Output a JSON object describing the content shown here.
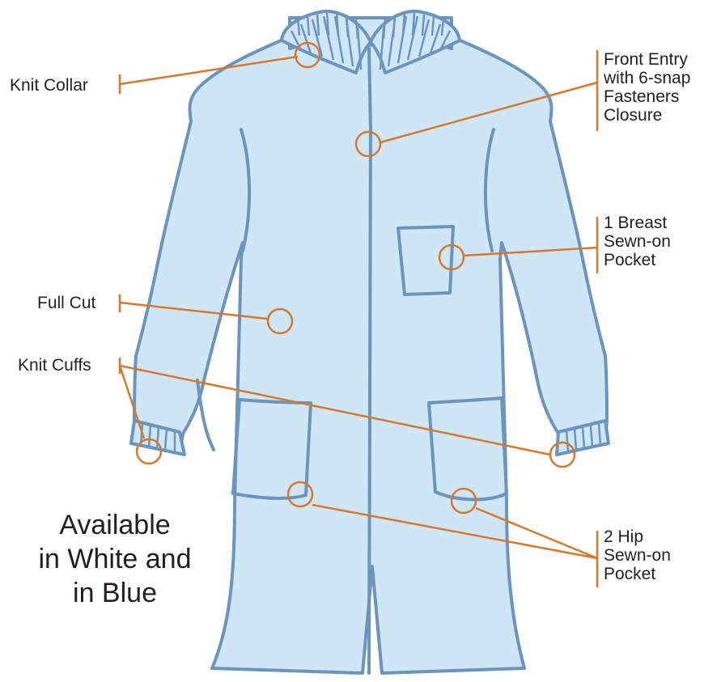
{
  "colors": {
    "garment_fill": "#cfe6f7",
    "garment_stroke": "#6b95bf",
    "callout": "#d9772b",
    "text": "#231f20"
  },
  "callouts": {
    "knit_collar": "Knit Collar",
    "front_entry": [
      "Front Entry",
      "with 6-snap",
      "Fasteners",
      "Closure"
    ],
    "breast_pocket": [
      "1 Breast",
      "Sewn-on",
      "Pocket"
    ],
    "full_cut": "Full Cut",
    "knit_cuffs": "Knit Cuffs",
    "hip_pocket": [
      "2 Hip",
      "Sewn-on",
      "Pocket"
    ]
  },
  "availability": [
    "Available",
    "in White and",
    "in Blue"
  ]
}
